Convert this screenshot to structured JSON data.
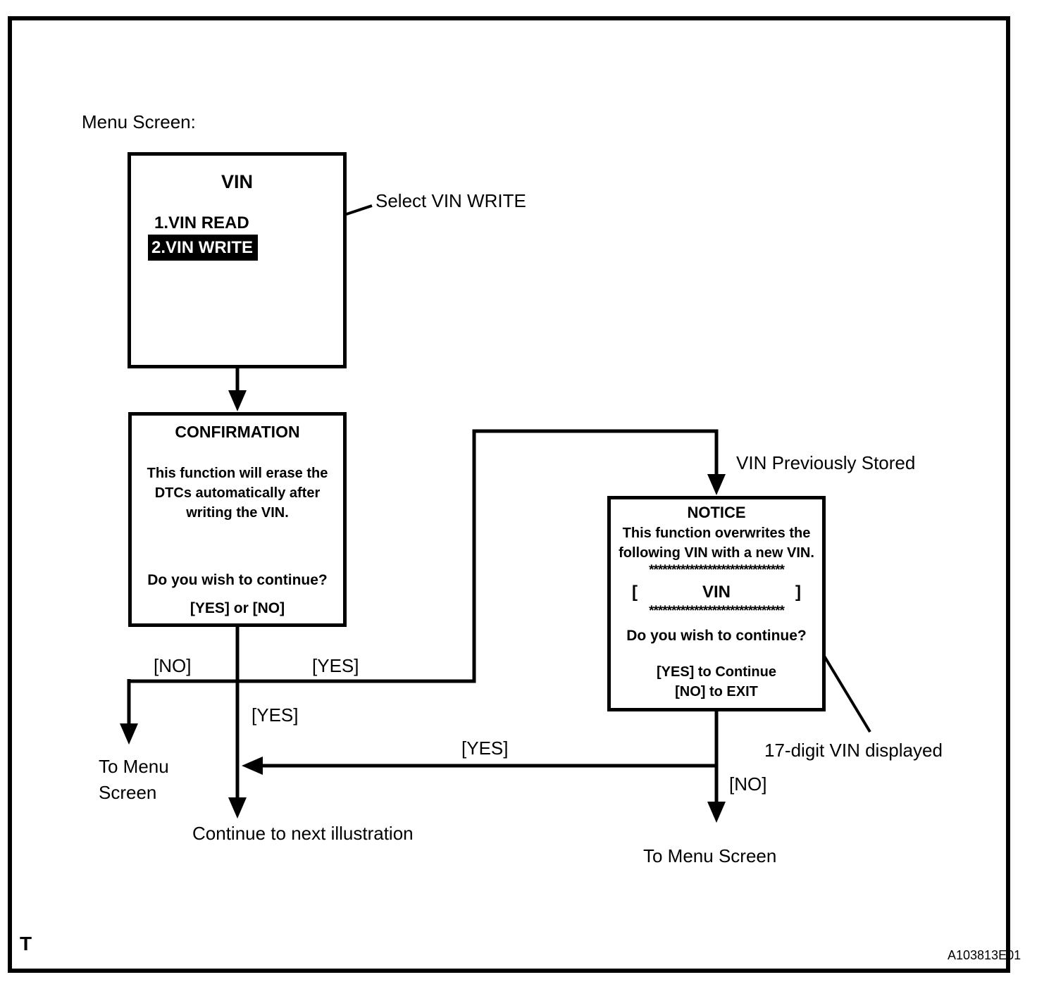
{
  "colors": {
    "ink": "#000000",
    "paper": "#ffffff",
    "highlight_bg": "#000000",
    "highlight_text": "#ffffff"
  },
  "page": {
    "menu_screen_label": "Menu Screen:",
    "page_letter": "T",
    "figure_code": "A103813E01"
  },
  "vin_screen": {
    "title": "VIN",
    "items": [
      {
        "label": "1.VIN READ",
        "highlighted": false
      },
      {
        "label": "2.VIN WRITE",
        "highlighted": true
      }
    ]
  },
  "confirmation_screen": {
    "title": "CONFIRMATION",
    "body_lines": [
      "This function will erase the",
      "DTCs automatically after",
      "writing the VIN."
    ],
    "question": "Do you wish to continue?",
    "options": "[YES] or [NO]"
  },
  "notice_screen": {
    "title": "NOTICE",
    "body_lines": [
      "This function overwrites the",
      "following VIN with a new VIN."
    ],
    "stars": "******************************",
    "vin_field": {
      "open": "[",
      "label": "VIN",
      "close": "]"
    },
    "question": "Do you wish to continue?",
    "option_yes": "[YES] to Continue",
    "option_no": "[NO] to EXIT"
  },
  "annotations": {
    "select_vin_write": "Select VIN WRITE",
    "vin_previously_stored": "VIN Previously Stored",
    "seventeen_digit_vin": "17-digit VIN displayed"
  },
  "flow_labels": {
    "no_branch": "[NO]",
    "yes_branch": "[YES]",
    "yes_down": "[YES]",
    "yes_return": "[YES]",
    "no_down": "[NO]",
    "to_menu_left_line1": "To Menu",
    "to_menu_left_line2": "Screen",
    "continue_next": "Continue to next illustration",
    "to_menu_right": "To Menu Screen"
  }
}
